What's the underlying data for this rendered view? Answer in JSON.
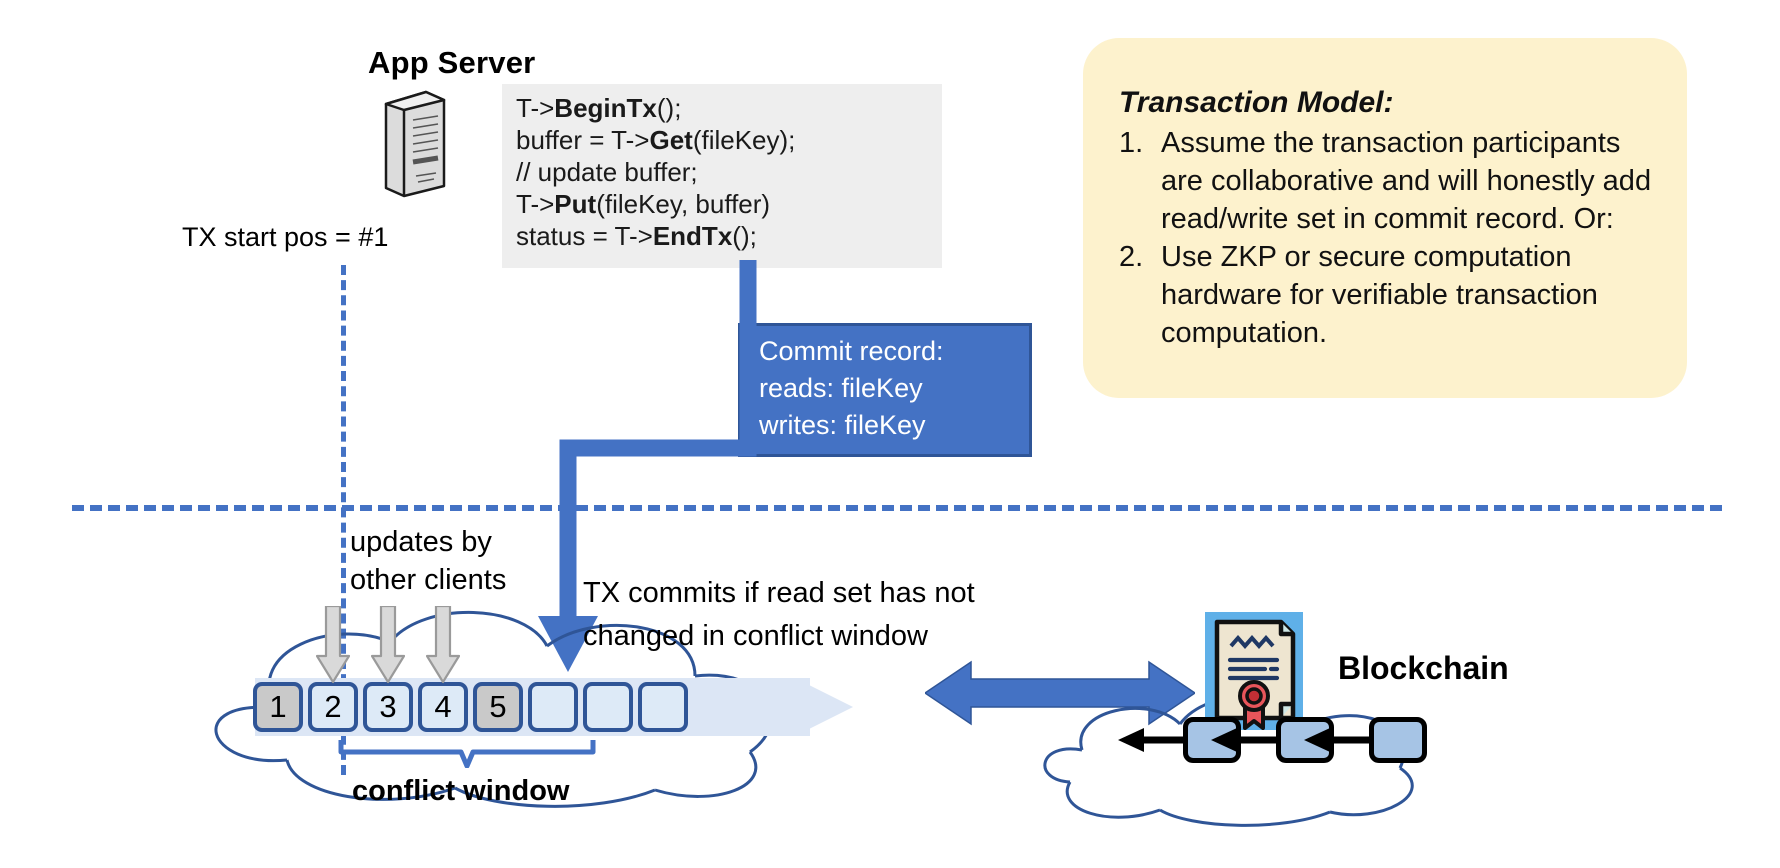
{
  "app_server": {
    "title": "App Server",
    "icon": "server-tower-icon",
    "code_lines": [
      {
        "pre": "T->",
        "bold": "BeginTx",
        "post": "();"
      },
      {
        "pre": "buffer = T->",
        "bold": "Get",
        "post": "(fileKey);"
      },
      {
        "pre": "// update buffer;",
        "bold": "",
        "post": ""
      },
      {
        "pre": "T->",
        "bold": "Put",
        "post": "(fileKey, buffer)"
      },
      {
        "pre": "status = T->",
        "bold": "EndTx",
        "post": "();"
      }
    ]
  },
  "tx_start": {
    "label": "TX start pos = #1"
  },
  "commit_record": {
    "title": "Commit record:",
    "reads": "reads: fileKey",
    "writes": "writes: fileKey"
  },
  "transaction_model": {
    "title": "Transaction Model:",
    "items": [
      {
        "num": "1.",
        "text": "Assume the transaction participants are collaborative and will honestly add read/write set in commit record.  Or:"
      },
      {
        "num": "2.",
        "text": "Use ZKP or secure computation hardware for verifiable transaction computation."
      }
    ]
  },
  "ledger": {
    "updates_label_line1": "updates by",
    "updates_label_line2": "other clients",
    "commit_note_line1": "TX commits if read set has not",
    "commit_note_line2": "changed in conflict window",
    "conflict_window_label": "conflict window",
    "cells": [
      {
        "label": "1",
        "state": "filled"
      },
      {
        "label": "2",
        "state": "empty"
      },
      {
        "label": "3",
        "state": "empty"
      },
      {
        "label": "4",
        "state": "empty"
      },
      {
        "label": "5",
        "state": "filled"
      },
      {
        "label": "",
        "state": "empty"
      },
      {
        "label": "",
        "state": "empty"
      },
      {
        "label": "",
        "state": "empty"
      }
    ]
  },
  "blockchain": {
    "title": "Blockchain",
    "contract_icon": "smart-contract-certificate-icon",
    "block_count": 3
  },
  "colors": {
    "accent_blue": "#4472c4",
    "dark_blue": "#2f5597",
    "callout_yellow": "#fdf2cd",
    "code_bg": "#eeeeee",
    "cell_empty": "#ddeaf7",
    "cell_filled": "#c9c9c9",
    "strip": "#dce6f5",
    "block_fill": "#a6c4e5"
  }
}
